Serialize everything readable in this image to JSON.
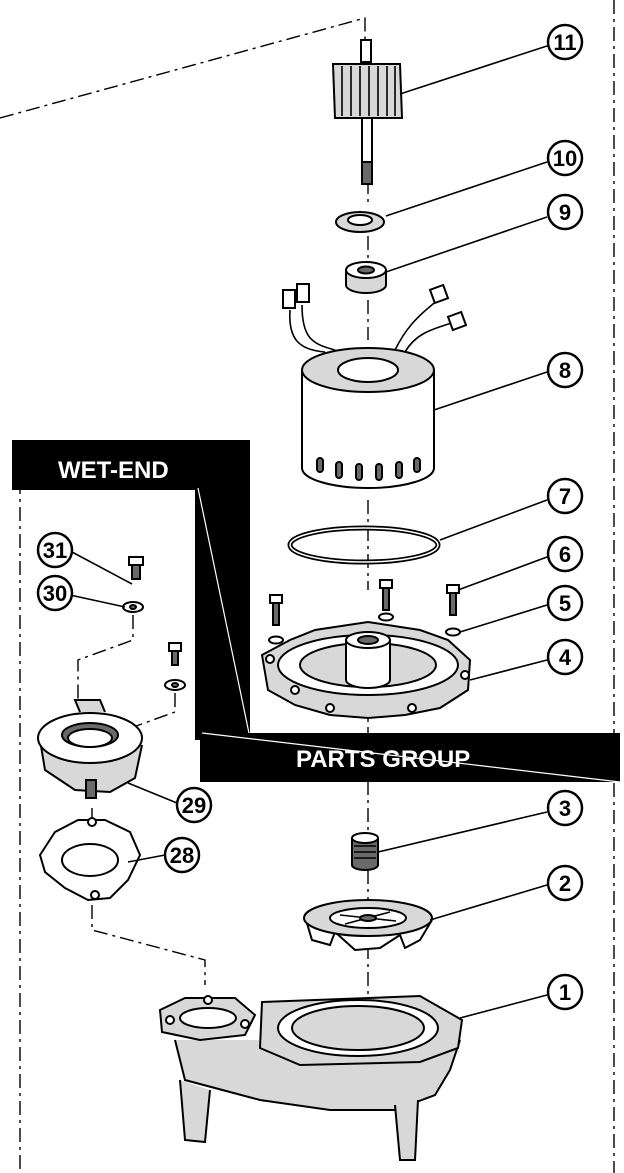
{
  "banners": {
    "wet_end": "WET-END",
    "parts_group": "PARTS GROUP"
  },
  "callouts": {
    "c1": "1",
    "c2": "2",
    "c3": "3",
    "c4": "4",
    "c5": "5",
    "c6": "6",
    "c7": "7",
    "c8": "8",
    "c9": "9",
    "c10": "10",
    "c11": "11",
    "c28": "28",
    "c29": "29",
    "c30": "30",
    "c31": "31"
  },
  "icons": {
    "style": "black-and-white line art exploded view"
  }
}
